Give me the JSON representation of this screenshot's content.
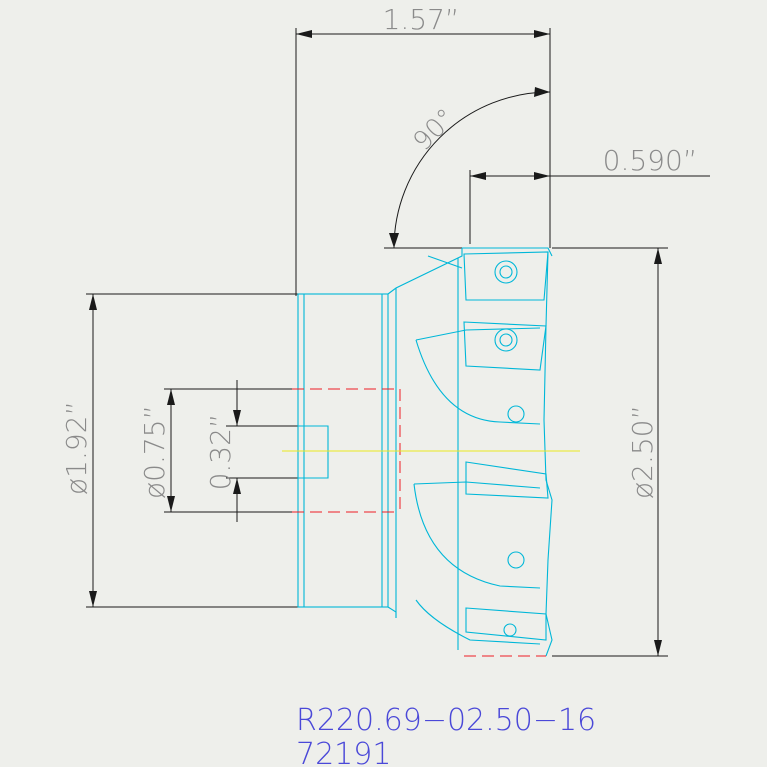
{
  "dimensions": {
    "overall_length": "1.57”",
    "angle": "90°",
    "insert_offset": "0.590”",
    "shank_diameter": "ø1.92”",
    "bore_diameter": "ø0.75”",
    "keyway_width": "0.32”",
    "cutter_diameter": "ø2.50”"
  },
  "title": {
    "part_number": "R220.69−02.50−16",
    "code": "72191"
  },
  "colors": {
    "background": "#eeefeb",
    "dimension_lines": "#1a1a1a",
    "dimension_text": "#8a8a8a",
    "part_outline": "#00b7d8",
    "hidden_lines": "#ef1c24",
    "center_line": "#e9e81f",
    "title_text": "#4a48d8"
  }
}
